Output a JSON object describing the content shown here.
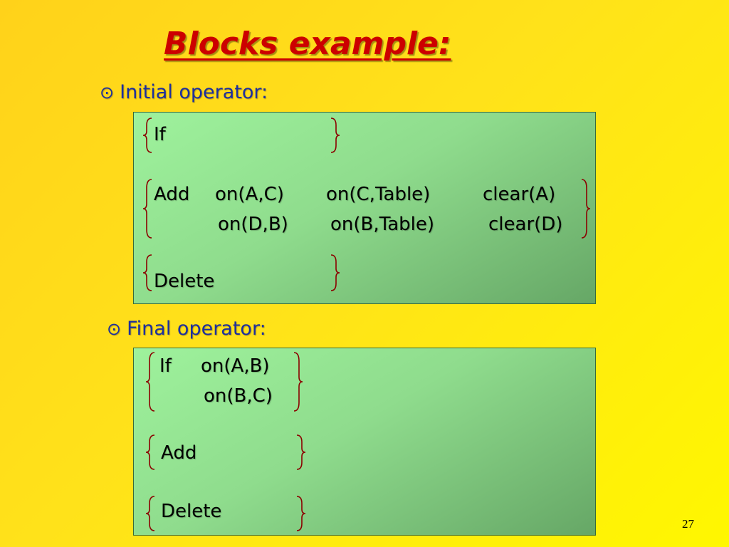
{
  "slide": {
    "title": "Blocks example:",
    "page_number": "27"
  },
  "initial": {
    "bullet_glyph": "⊙",
    "label": "Initial operator:",
    "if_label": "If",
    "add_label": "Add",
    "add_row1": [
      "on(A,C)",
      "on(C,Table)",
      "clear(A)"
    ],
    "add_row2": [
      "on(D,B)",
      "on(B,Table)",
      "clear(D)"
    ],
    "delete_label": "Delete"
  },
  "final": {
    "bullet_glyph": "⊙",
    "label": "Final operator:",
    "if_label": "If",
    "if_row1": "on(A,B)",
    "if_row2": "on(B,C)",
    "add_label": "Add",
    "delete_label": "Delete"
  },
  "colors": {
    "title": "#cc0000",
    "bullet_text": "#1d2f9e",
    "brace": "#8b0000",
    "box_fill": "#8fdc8d"
  }
}
